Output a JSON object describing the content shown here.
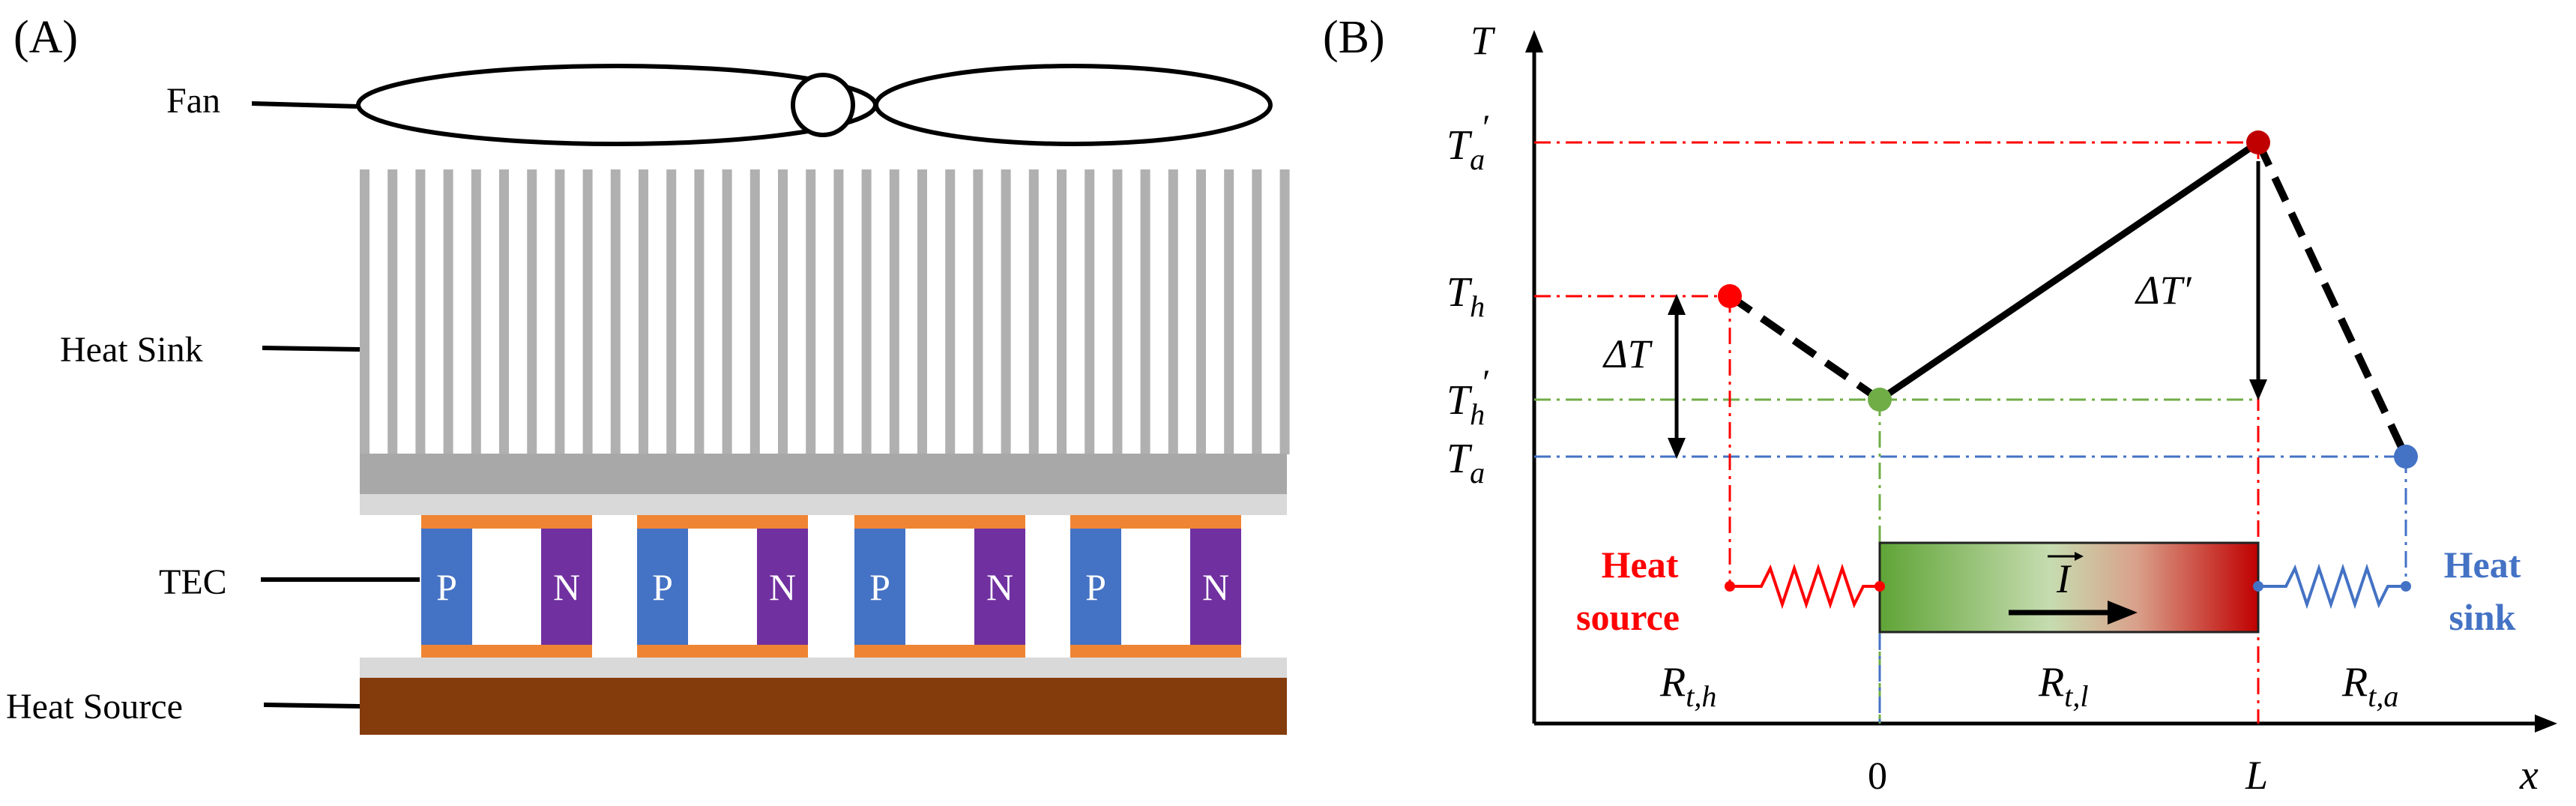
{
  "panel_a": {
    "label": "(A)",
    "labels": {
      "fan": "Fan",
      "heat_sink": "Heat Sink",
      "tec": "TEC",
      "heat_source": "Heat Source"
    },
    "leg_pairs": [
      {
        "p": "P",
        "n": "N"
      },
      {
        "p": "P",
        "n": "N"
      },
      {
        "p": "P",
        "n": "N"
      },
      {
        "p": "P",
        "n": "N"
      }
    ],
    "colors": {
      "fin": "#b0b0b0",
      "base": "#a8a8a8",
      "plate": "#d9d9d9",
      "electrode": "#ef8534",
      "p_leg": "#4472c4",
      "n_leg": "#7030a0",
      "heat_source": "#843c0c"
    }
  },
  "panel_b": {
    "label": "(B)",
    "axes": {
      "y_label": "T",
      "x_label": "x"
    },
    "y_ticks": {
      "t_a_prime": {
        "base": "T",
        "sub": "a",
        "prime": "′"
      },
      "t_h": {
        "base": "T",
        "sub": "h",
        "prime": ""
      },
      "t_h_prime": {
        "base": "T",
        "sub": "h",
        "prime": "′"
      },
      "t_a": {
        "base": "T",
        "sub": "a",
        "prime": ""
      }
    },
    "x_ticks": {
      "zero": "0",
      "l": "L"
    },
    "delta_t": "ΔT",
    "delta_t_prime": "ΔT′",
    "current": "I",
    "resistances": {
      "r_th": {
        "base": "R",
        "sub": "t,h"
      },
      "r_tl": {
        "base": "R",
        "sub": "t,l"
      },
      "r_ta": {
        "base": "R",
        "sub": "t,a"
      }
    },
    "heat_source": {
      "line1": "Heat",
      "line2": "source"
    },
    "heat_sink": {
      "line1": "Heat",
      "line2": "sink"
    },
    "colors": {
      "red": "#ff0000",
      "green": "#70ad47",
      "blue": "#4472c4",
      "dark_red": "#c00000",
      "black": "#000000"
    }
  }
}
